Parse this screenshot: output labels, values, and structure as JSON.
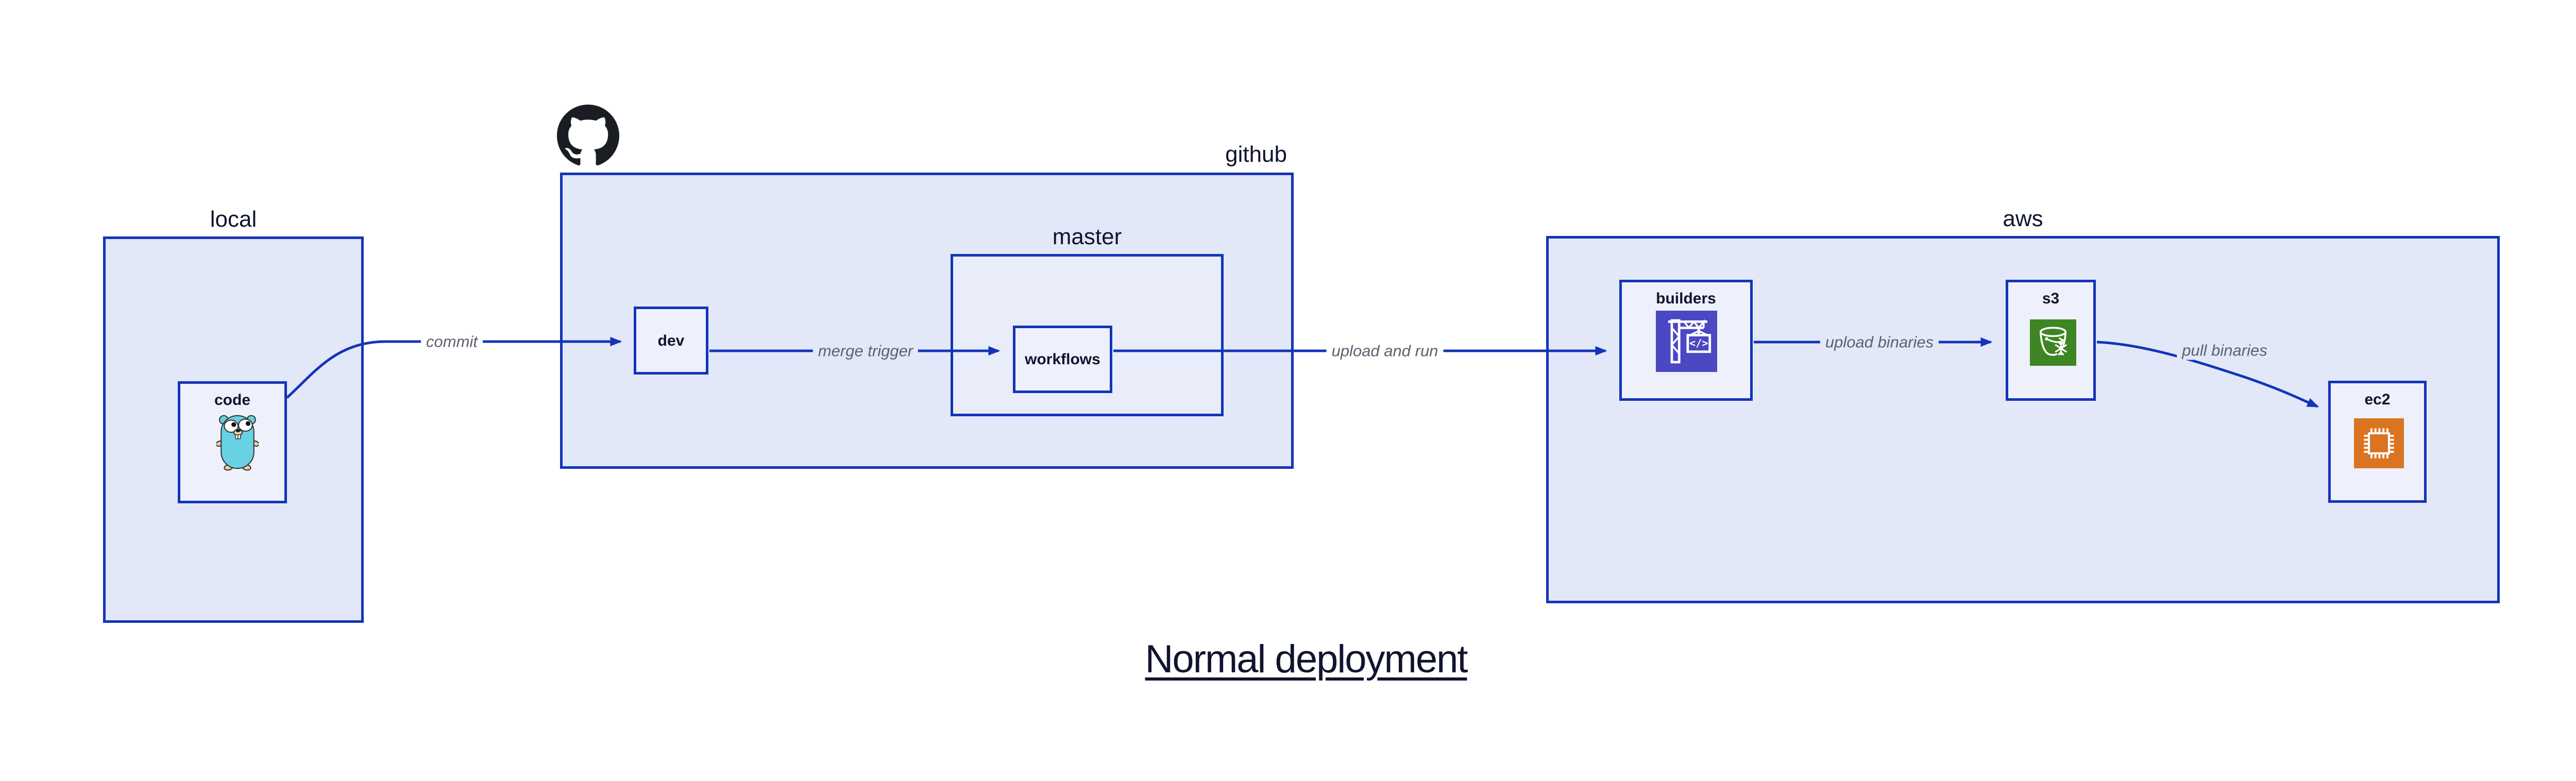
{
  "title": {
    "text": "Normal deployment"
  },
  "groups": {
    "local": {
      "label": "local"
    },
    "github": {
      "label": "github"
    },
    "master": {
      "label": "master"
    },
    "aws": {
      "label": "aws"
    }
  },
  "nodes": {
    "code": {
      "label": "code",
      "icon": "go-gopher-icon"
    },
    "dev": {
      "label": "dev"
    },
    "workflows": {
      "label": "workflows"
    },
    "builders": {
      "label": "builders",
      "icon": "aws-codebuild-crane-icon"
    },
    "s3": {
      "label": "s3",
      "icon": "s3-glacier-bucket-icon"
    },
    "ec2": {
      "label": "ec2",
      "icon": "ec2-chip-icon"
    }
  },
  "edges": [
    {
      "id": "commit",
      "label": "commit",
      "from": "code",
      "to": "dev"
    },
    {
      "id": "merge-trigger",
      "label": "merge trigger",
      "from": "dev",
      "to": "workflows"
    },
    {
      "id": "upload-and-run",
      "label": "upload and run",
      "from": "workflows",
      "to": "builders"
    },
    {
      "id": "upload-binaries",
      "label": "upload binaries",
      "from": "builders",
      "to": "s3"
    },
    {
      "id": "pull-binaries",
      "label": "pull binaries",
      "from": "s3",
      "to": "ec2"
    }
  ],
  "icons": {
    "github_logo": "github-octocat-logo"
  },
  "colors": {
    "line_blue": "#1434b8",
    "panel_fill": "#e3e8f8",
    "node_fill": "#eef1fb",
    "label_text": "#10142e",
    "edge_label_text": "#5c6170",
    "codebuild_purple": "#4b48c4",
    "glacier_green": "#3e8523",
    "ec2_orange": "#db7420",
    "github_black": "#1a1e23",
    "gopher_teal": "#68d1e4"
  }
}
